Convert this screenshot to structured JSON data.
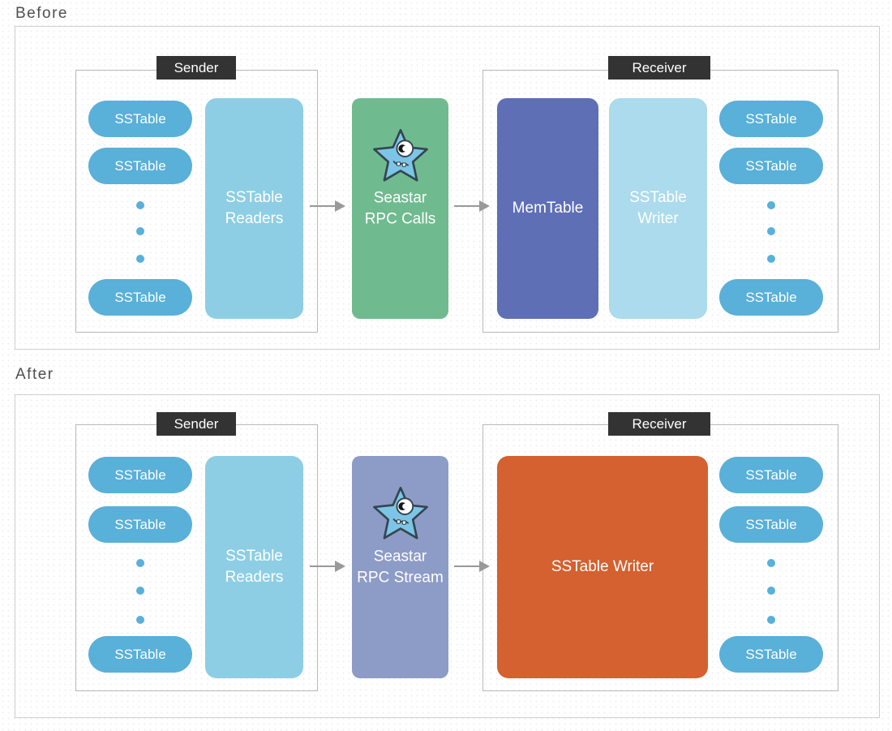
{
  "palette": {
    "pill_blue": "#59b0d9",
    "reader_blue": "#8dcee5",
    "memtable_indigo": "#5e6fb6",
    "writer_light_blue": "#abdbec",
    "writer_orange": "#d4612f",
    "rpc_green": "#6fbb8f",
    "rpc_lavender": "#8d9bc7",
    "tag_dark": "#333333",
    "arrow_gray": "#999999"
  },
  "sections": [
    {
      "heading": "Before",
      "sender": {
        "tag": "Sender",
        "pills": [
          "SSTable",
          "SSTable",
          "SSTable"
        ],
        "reader": "SSTable Readers"
      },
      "rpc": {
        "line1": "Seastar",
        "line2": "RPC Calls",
        "color": "#6fbb8f",
        "mascot": "seastar-starfish"
      },
      "receiver": {
        "tag": "Receiver",
        "memtable": "MemTable",
        "writer": "SSTable Writer",
        "pills": [
          "SSTable",
          "SSTable",
          "SSTable"
        ]
      }
    },
    {
      "heading": "After",
      "sender": {
        "tag": "Sender",
        "pills": [
          "SSTable",
          "SSTable",
          "SSTable"
        ],
        "reader": "SSTable Readers"
      },
      "rpc": {
        "line1": "Seastar",
        "line2": "RPC Stream",
        "color": "#8d9bc7",
        "mascot": "seastar-starfish"
      },
      "receiver": {
        "tag": "Receiver",
        "writer": "SSTable Writer",
        "pills": [
          "SSTable",
          "SSTable",
          "SSTable"
        ]
      }
    }
  ]
}
